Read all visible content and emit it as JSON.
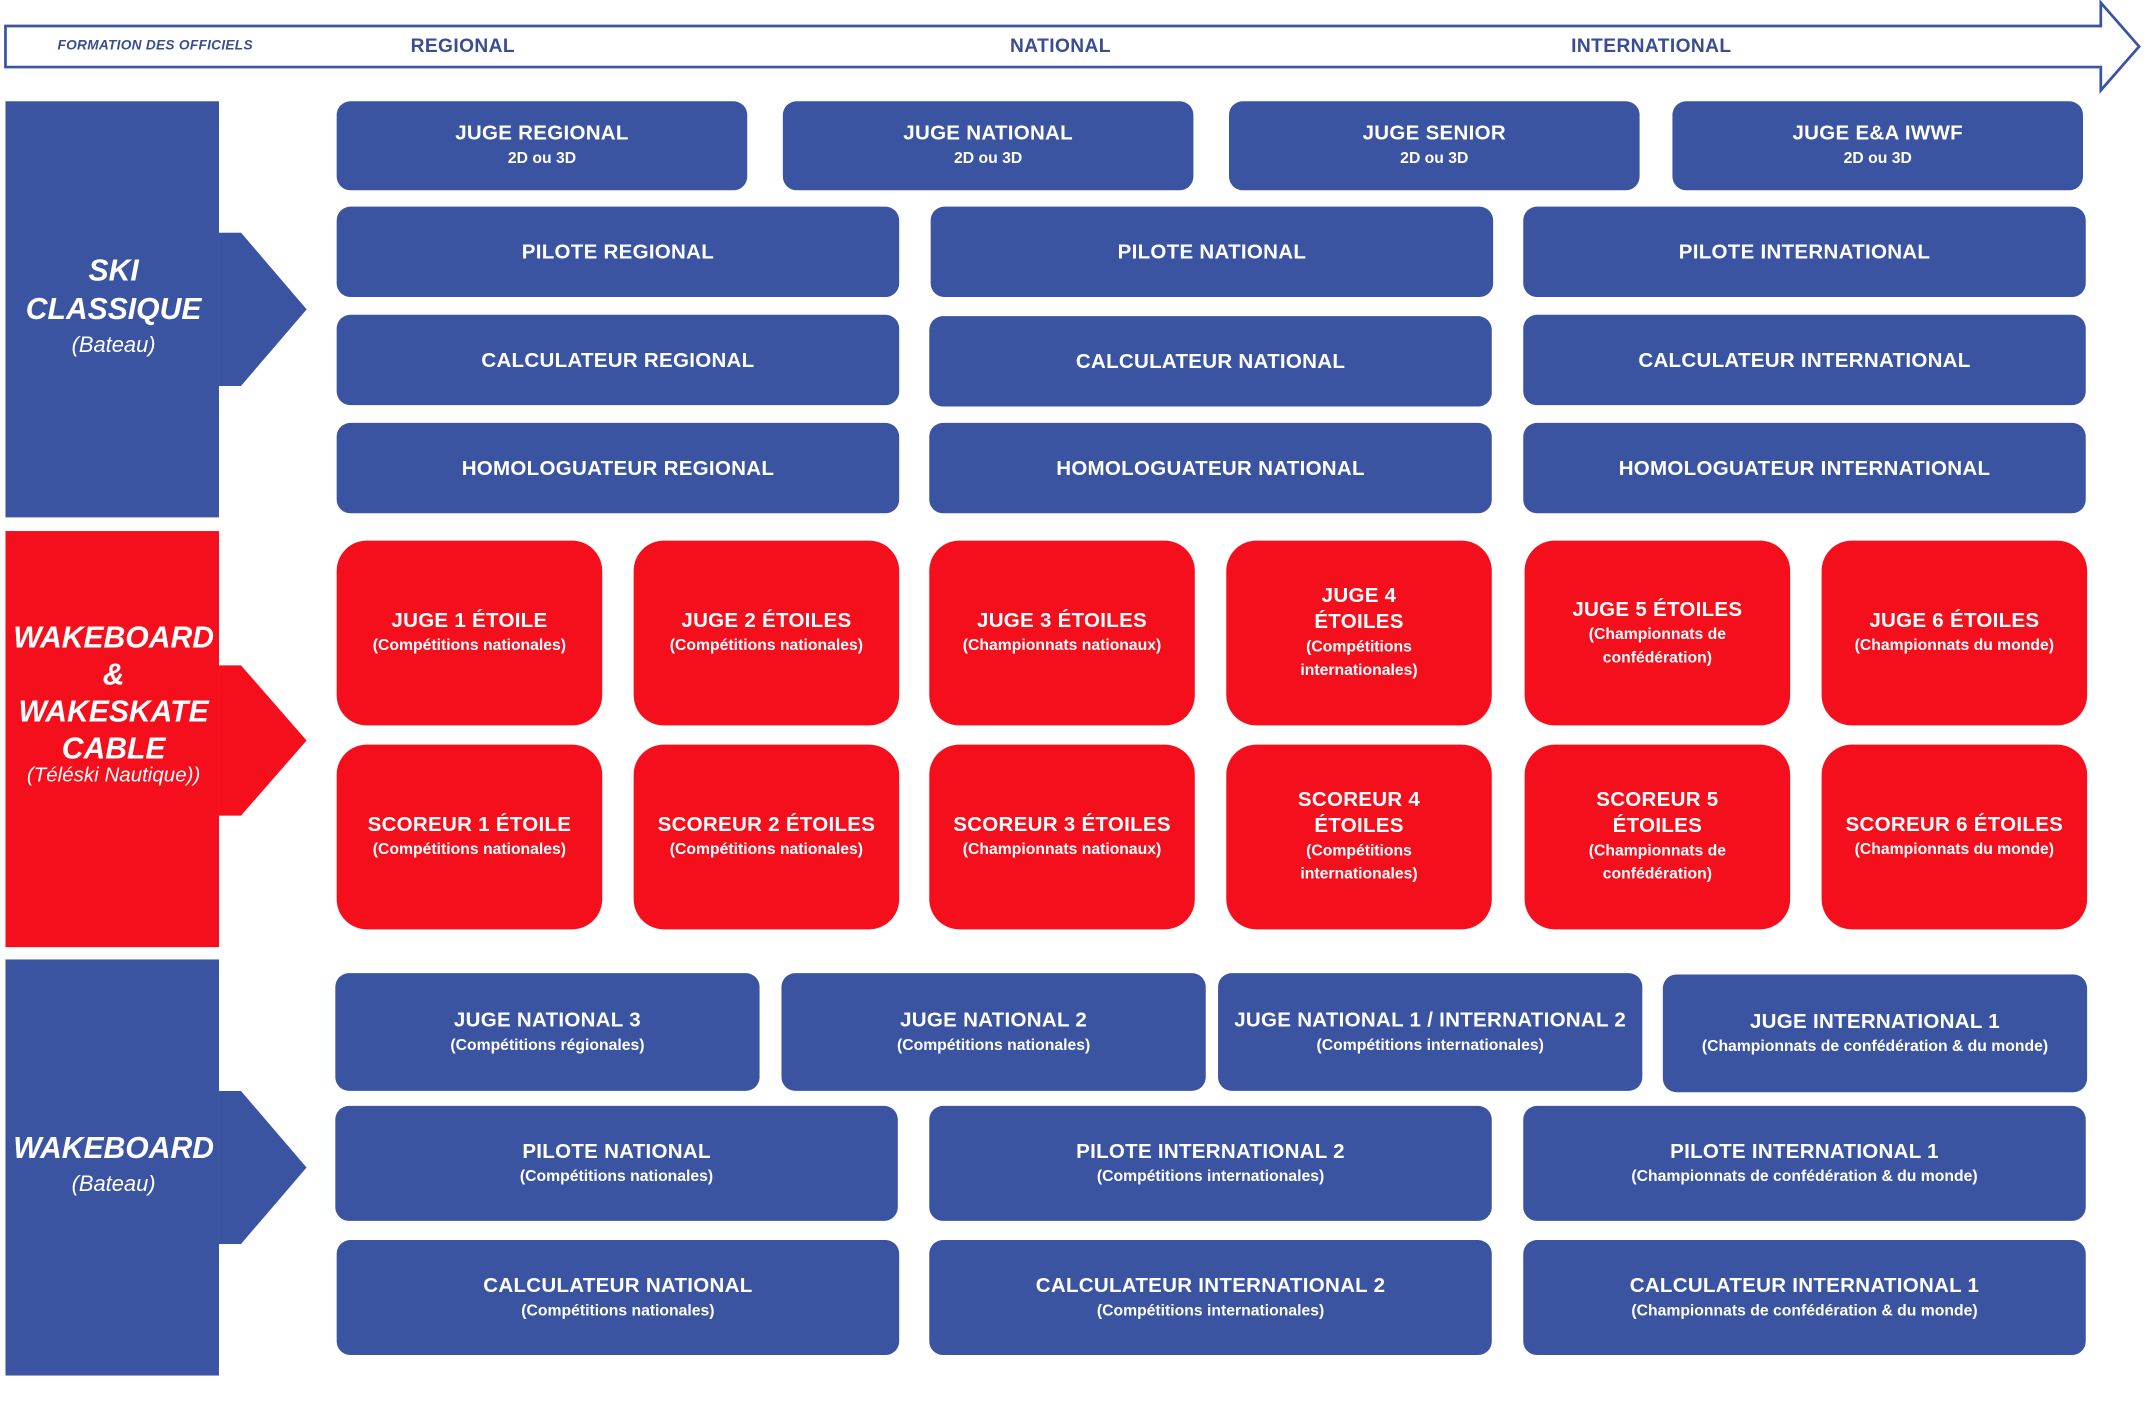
{
  "header": {
    "formation": "FORMATION DES OFFICIELS",
    "levels": [
      "REGIONAL",
      "NATIONAL",
      "INTERNATIONAL"
    ]
  },
  "colors": {
    "blue": "#3b54a2",
    "red": "#f50f1c",
    "header_text": "#3a4d93"
  },
  "sections": [
    {
      "title_lines": [
        "SKI",
        "CLASSIQUE"
      ],
      "subtitle": "(Bateau)",
      "rows": [
        [
          {
            "title": "JUGE REGIONAL",
            "sub": "2D ou 3D"
          },
          {
            "title": "JUGE NATIONAL",
            "sub": "2D ou 3D"
          },
          {
            "title": "JUGE SENIOR",
            "sub": "2D ou 3D"
          },
          {
            "title": "JUGE E&A IWWF",
            "sub": "2D ou 3D"
          }
        ],
        [
          {
            "title": "PILOTE REGIONAL"
          },
          {
            "title": "PILOTE NATIONAL"
          },
          {
            "title": "PILOTE INTERNATIONAL"
          }
        ],
        [
          {
            "title": "CALCULATEUR REGIONAL"
          },
          {
            "title": "CALCULATEUR NATIONAL"
          },
          {
            "title": "CALCULATEUR INTERNATIONAL"
          }
        ],
        [
          {
            "title": "HOMOLOGUATEUR REGIONAL"
          },
          {
            "title": "HOMOLOGUATEUR NATIONAL"
          },
          {
            "title": "HOMOLOGUATEUR INTERNATIONAL"
          }
        ]
      ]
    },
    {
      "title_lines": [
        "WAKEBOARD",
        "&",
        "WAKESKATE",
        "CABLE"
      ],
      "subtitle": "(Téléski Nautique))",
      "rows": [
        [
          {
            "title": "JUGE 1 ÉTOILE",
            "sub": "(Compétitions nationales)"
          },
          {
            "title": "JUGE 2 ÉTOILES",
            "sub": "(Compétitions nationales)"
          },
          {
            "title": "JUGE 3 ÉTOILES",
            "sub": "(Championnats nationaux)"
          },
          {
            "title": "JUGE 4 ÉTOILES",
            "sub": "(Compétitions internationales)"
          },
          {
            "title": "JUGE 5 ÉTOILES",
            "sub": "(Championnats de confédération)"
          },
          {
            "title": "JUGE 6 ÉTOILES",
            "sub": "(Championnats du monde)"
          }
        ],
        [
          {
            "title": "SCOREUR 1 ÉTOILE",
            "sub": "(Compétitions nationales)"
          },
          {
            "title": "SCOREUR 2 ÉTOILES",
            "sub": "(Compétitions nationales)"
          },
          {
            "title": "SCOREUR 3 ÉTOILES",
            "sub": "(Championnats nationaux)"
          },
          {
            "title": "SCOREUR 4 ÉTOILES",
            "sub": "(Compétitions internationales)"
          },
          {
            "title": "SCOREUR 5 ÉTOILES",
            "sub": "(Championnats de confédération)"
          },
          {
            "title": "SCOREUR 6 ÉTOILES",
            "sub": "(Championnats du monde)"
          }
        ]
      ]
    },
    {
      "title_lines": [
        "WAKEBOARD"
      ],
      "subtitle": "(Bateau)",
      "rows": [
        [
          {
            "title": "JUGE NATIONAL 3",
            "sub": "(Compétitions régionales)"
          },
          {
            "title": "JUGE NATIONAL 2",
            "sub": "(Compétitions nationales)"
          },
          {
            "title": "JUGE NATIONAL 1 / INTERNATIONAL 2",
            "sub": "(Compétitions internationales)"
          },
          {
            "title": "JUGE INTERNATIONAL 1",
            "sub": "(Championnats de confédération & du monde)"
          }
        ],
        [
          {
            "title": "PILOTE NATIONAL",
            "sub": "(Compétitions nationales)"
          },
          {
            "title": "PILOTE INTERNATIONAL 2",
            "sub": "(Compétitions internationales)"
          },
          {
            "title": "PILOTE INTERNATIONAL 1",
            "sub": "(Championnats de confédération & du monde)"
          }
        ],
        [
          {
            "title": "CALCULATEUR NATIONAL",
            "sub": "(Compétitions nationales)"
          },
          {
            "title": "CALCULATEUR INTERNATIONAL 2",
            "sub": "(Compétitions internationales)"
          },
          {
            "title": "CALCULATEUR INTERNATIONAL 1",
            "sub": "(Championnats de confédération & du monde)"
          }
        ]
      ]
    }
  ]
}
